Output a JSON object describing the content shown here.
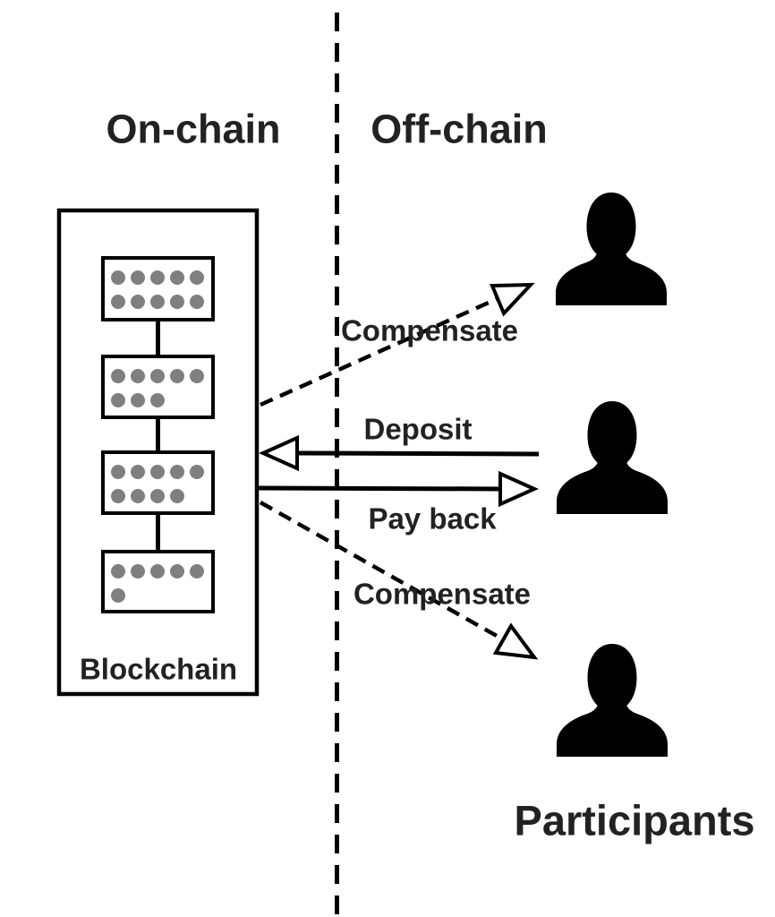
{
  "header": {
    "on_chain": "On-chain",
    "off_chain": "Off-chain"
  },
  "blockchain": {
    "label": "Blockchain",
    "blocks": [
      {
        "dot_rows": [
          5,
          5
        ]
      },
      {
        "dot_rows": [
          5,
          3
        ]
      },
      {
        "dot_rows": [
          5,
          4
        ]
      },
      {
        "dot_rows": [
          5,
          1
        ]
      }
    ]
  },
  "arrows": [
    {
      "label": "Compensate",
      "style": "dashed",
      "from": "blockchain",
      "to": "participant-top"
    },
    {
      "label": "Deposit",
      "style": "solid",
      "from": "participant-middle",
      "to": "blockchain"
    },
    {
      "label": "Pay back",
      "style": "solid",
      "from": "blockchain",
      "to": "participant-middle"
    },
    {
      "label": "Compensate",
      "style": "dashed",
      "from": "blockchain",
      "to": "participant-bottom"
    }
  ],
  "participants": {
    "label": "Participants",
    "count": 3,
    "icon": "person-icon"
  },
  "colors": {
    "line": "#000000",
    "text": "#222222",
    "dot": "#7f7f7f",
    "background": "#ffffff"
  }
}
